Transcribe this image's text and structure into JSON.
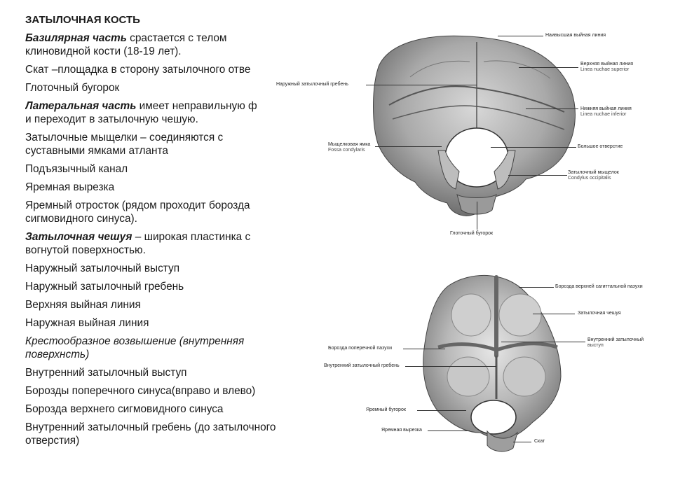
{
  "title": "ЗАТЫЛОЧНАЯ КОСТЬ",
  "paragraphs": [
    {
      "lines": [
        [
          {
            "t": "Базилярная часть",
            "s": "bi"
          },
          {
            "t": " срастается с телом",
            "s": ""
          }
        ],
        [
          {
            "t": "клиновидной кости (18-19 лет).",
            "s": ""
          }
        ]
      ]
    },
    {
      "lines": [
        [
          {
            "t": "Скат –площадка в сторону затылочного отве",
            "s": ""
          }
        ]
      ]
    },
    {
      "lines": [
        [
          {
            "t": "Глоточный бугорок",
            "s": ""
          }
        ]
      ]
    },
    {
      "lines": [
        [
          {
            "t": "Латеральная часть",
            "s": "bi"
          },
          {
            "t": " имеет неправильную ф",
            "s": ""
          }
        ],
        [
          {
            "t": "и переходит в затылочную чешую.",
            "s": ""
          }
        ]
      ]
    },
    {
      "lines": [
        [
          {
            "t": "Затылочные мыщелки – соединяются с",
            "s": ""
          }
        ],
        [
          {
            "t": "суставными ямками атланта",
            "s": ""
          }
        ]
      ]
    },
    {
      "lines": [
        [
          {
            "t": "Подъязычный канал",
            "s": ""
          }
        ]
      ]
    },
    {
      "lines": [
        [
          {
            "t": "Яремная вырезка",
            "s": ""
          }
        ]
      ]
    },
    {
      "lines": [
        [
          {
            "t": "Яремный отросток (рядом проходит борозда",
            "s": ""
          }
        ],
        [
          {
            "t": "сигмовидного синуса).",
            "s": ""
          }
        ]
      ]
    },
    {
      "lines": [
        [
          {
            "t": "Затылочная чешуя",
            "s": "bi"
          },
          {
            "t": " – широкая пластинка  с",
            "s": ""
          }
        ],
        [
          {
            "t": "вогнутой поверхностью.",
            "s": ""
          }
        ]
      ]
    },
    {
      "lines": [
        [
          {
            "t": "Наружный затылочный выступ",
            "s": ""
          }
        ]
      ]
    },
    {
      "lines": [
        [
          {
            "t": "Наружный затылочный гребень",
            "s": ""
          }
        ]
      ]
    },
    {
      "lines": [
        [
          {
            "t": "Верхняя выйная линия",
            "s": ""
          }
        ]
      ]
    },
    {
      "lines": [
        [
          {
            "t": "Наружная выйная линия",
            "s": ""
          }
        ]
      ]
    },
    {
      "lines": [
        [
          {
            "t": "Крестообразное возвышение (внутренняя",
            "s": "i"
          }
        ],
        [
          {
            "t": "поверхнсть)",
            "s": "i"
          }
        ]
      ]
    },
    {
      "lines": [
        [
          {
            "t": "Внутренний затылочный выступ",
            "s": ""
          }
        ]
      ]
    },
    {
      "lines": [
        [
          {
            "t": "Борозды поперечного синуса(вправо и влево)",
            "s": ""
          }
        ]
      ]
    },
    {
      "lines": [
        [
          {
            "t": "Борозда верхнего сигмовидного синуса",
            "s": ""
          }
        ]
      ]
    },
    {
      "lines": [
        [
          {
            "t": "Внутренний затылочный гребень (до затылочного",
            "s": ""
          }
        ],
        [
          {
            "t": "отверстия)",
            "s": ""
          }
        ]
      ]
    }
  ],
  "figure_top": {
    "labels": {
      "highest_nuchal": "Наивысшая выйная линия",
      "superior_nuchal": "Верхняя выйная линия",
      "superior_nuchal_lat": "Linea nuchae superior",
      "ext_crest": "Наружный затылочный гребень",
      "inferior_nuchal": "Нижняя выйная линия",
      "inferior_nuchal_lat": "Linea nuchae inferior",
      "condylar_fossa": "Мыщелковая ямка",
      "condylar_fossa_lat": "Fossa condylaris",
      "foramen_magnum": "Большое отверстие",
      "condyle": "Затылочный мыщелок",
      "condyle_lat": "Condylus occipitalis",
      "pharyngeal_tubercle": "Глоточный бугорок"
    }
  },
  "figure_bottom": {
    "labels": {
      "sag_groove": "Борозда верхней сагиттальной пазухи",
      "squama": "Затылочная чешуя",
      "int_protuberance": "Внутренний затылочный",
      "int_protuberance_2": "выступ",
      "transverse_groove": "Борозда поперечной пазухи",
      "int_crest": "Внутренний затылочный гребень",
      "jugular_tubercle": "Яремный бугорок",
      "jugular_notch": "Яремная вырезка",
      "clivus": "Скат"
    }
  }
}
